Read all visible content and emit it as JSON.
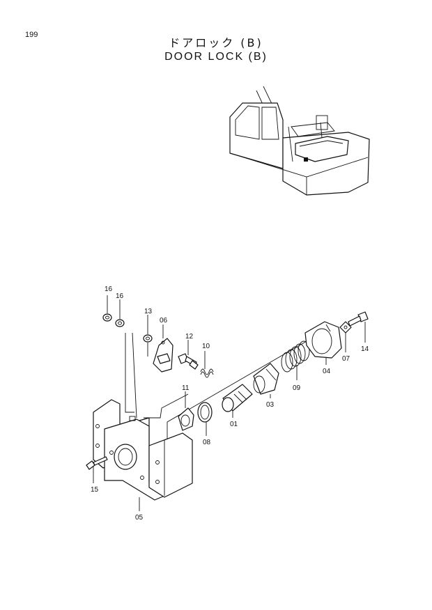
{
  "page": {
    "number": "199"
  },
  "title": {
    "japanese": "ドアロック (B)",
    "english": "DOOR LOCK (B)"
  },
  "parts": [
    {
      "ref": "16"
    },
    {
      "ref": "16"
    },
    {
      "ref": "13"
    },
    {
      "ref": "06"
    },
    {
      "ref": "12"
    },
    {
      "ref": "10"
    },
    {
      "ref": "11"
    },
    {
      "ref": "08"
    },
    {
      "ref": "01"
    },
    {
      "ref": "03"
    },
    {
      "ref": "09"
    },
    {
      "ref": "04"
    },
    {
      "ref": "07"
    },
    {
      "ref": "14"
    },
    {
      "ref": "15"
    },
    {
      "ref": "05"
    }
  ]
}
